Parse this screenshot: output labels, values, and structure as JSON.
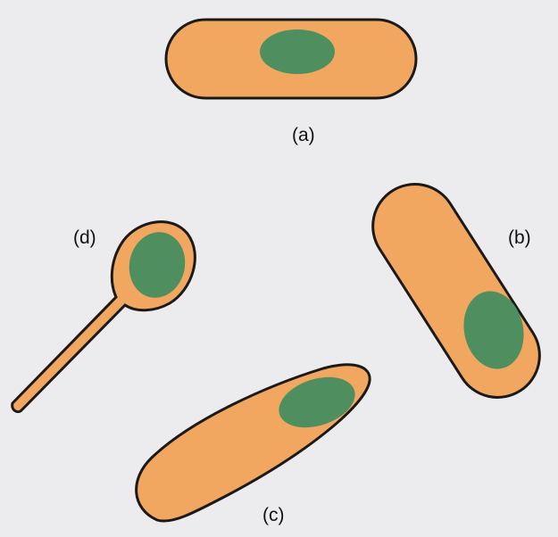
{
  "colors": {
    "background": "#ecebee",
    "cell_fill": "#f2a760",
    "cell_outline": "#1c1a18",
    "spore_fill": "#4f8f5f"
  },
  "labels": {
    "a": "(a)",
    "b": "(b)",
    "c": "(c)",
    "d": "(d)"
  }
}
